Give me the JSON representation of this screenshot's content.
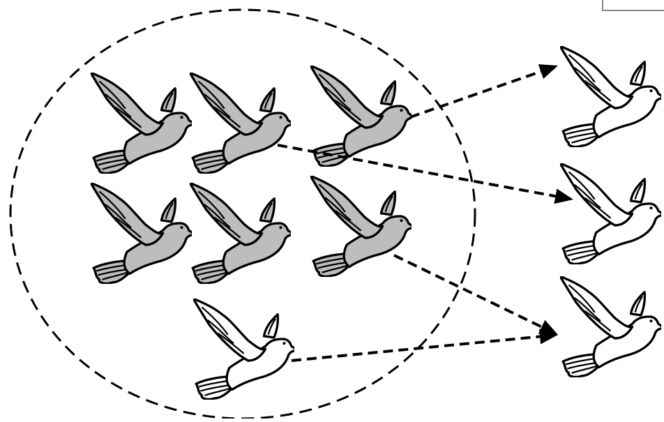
{
  "diagram": {
    "colors": {
      "background": "#ffffff",
      "stroke": "#000000",
      "gray_bird_fill": "#bdbdbd",
      "white_bird_fill": "#ffffff",
      "corner_box_border": "#888888"
    },
    "icons": {
      "bird": "dove-icon",
      "arrow": "dashed-arrow"
    },
    "group": {
      "gray_birds": 6,
      "white_birds": 1
    },
    "targets": {
      "white_birds": 3
    }
  }
}
